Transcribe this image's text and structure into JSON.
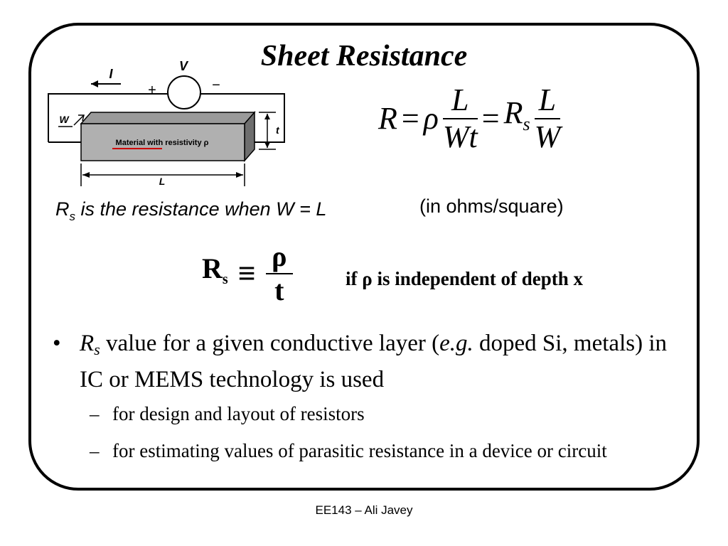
{
  "slide": {
    "title": "Sheet Resistance",
    "diagram": {
      "current_label": "I",
      "voltage_label": "V",
      "plus_sign": "+",
      "minus_sign": "−",
      "width_label": "W",
      "thickness_label": "t",
      "length_label": "L",
      "material_label": "Material with resistivity ρ"
    },
    "main_equation": {
      "lhs": "R",
      "eq1": "=",
      "rho": "ρ",
      "frac1_num": "L",
      "frac1_den": "Wt",
      "eq2": "=",
      "rs_base": "R",
      "rs_sub": "s",
      "frac2_num": "L",
      "frac2_den": "W"
    },
    "rs_definition": {
      "r": "R",
      "sub": "s",
      "text": " is the resistance when W = L"
    },
    "units_note": "(in  ohms/square)",
    "rs_formula": {
      "r": "R",
      "sub": "s",
      "equiv": "≡",
      "num": "ρ",
      "den": "t"
    },
    "condition_note": "if ρ is independent of depth x",
    "bullet": {
      "marker": "•",
      "r": "R",
      "sub": "s",
      "text_a": " value for a given conductive layer (",
      "eg": "e.g.",
      "text_b": " doped Si, metals) in  IC or MEMS technology is used"
    },
    "subbullets": [
      {
        "marker": "–",
        "text": "for design and layout of resistors"
      },
      {
        "marker": "–",
        "text": "for estimating values of parasitic resistance in a device or circuit"
      }
    ],
    "footer": "EE143 – Ali Javey"
  }
}
